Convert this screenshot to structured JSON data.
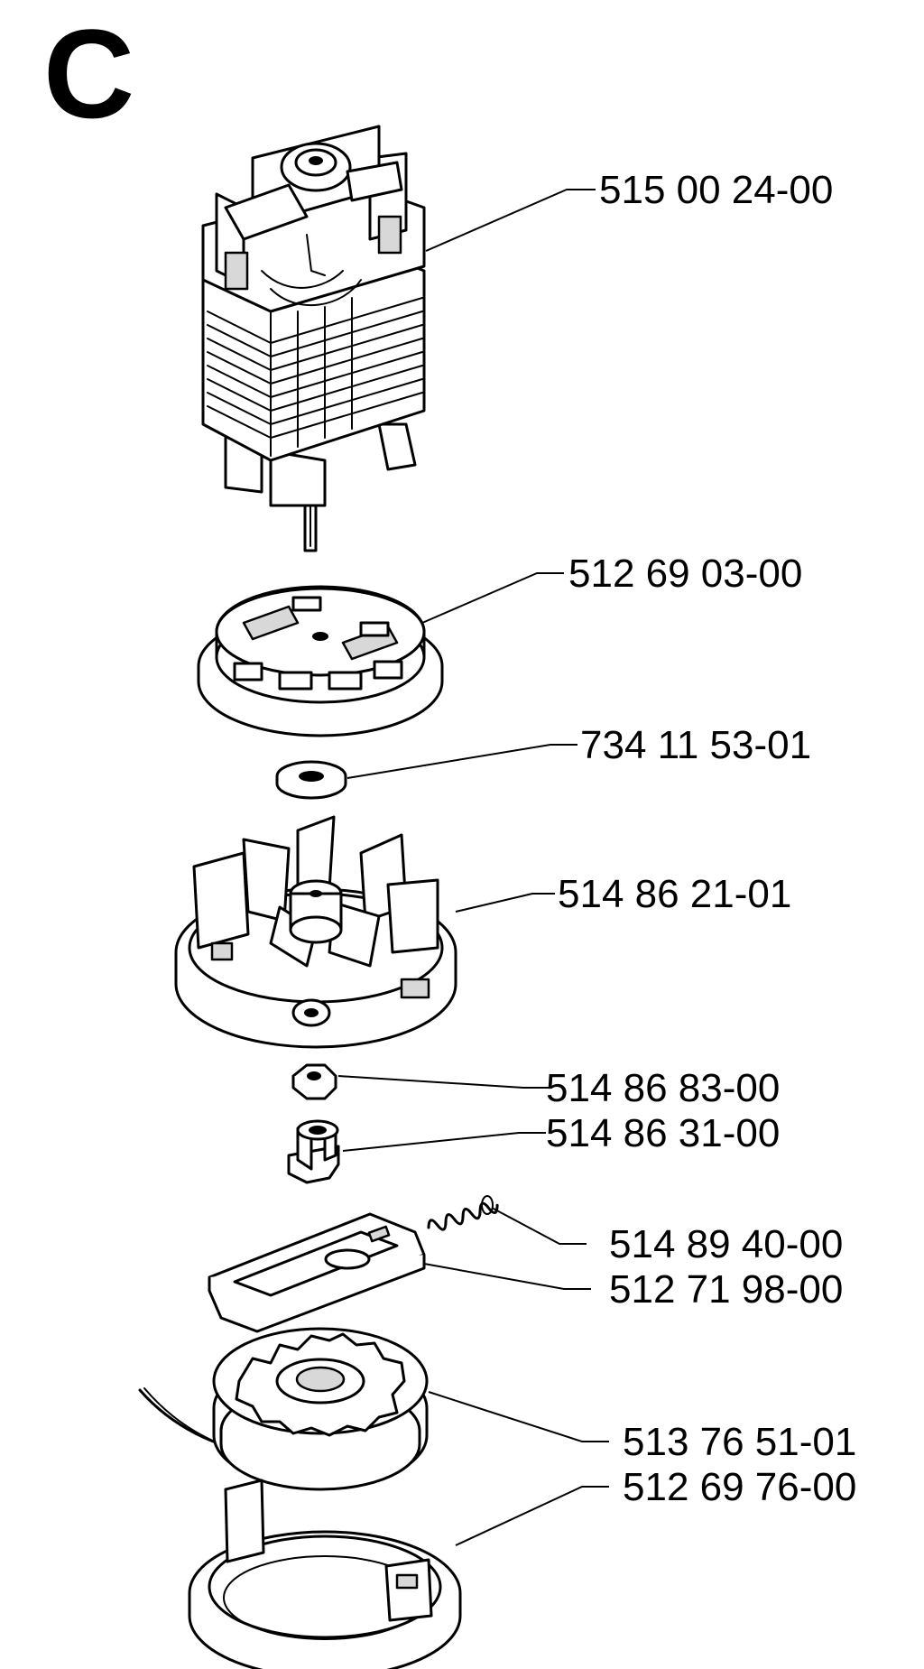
{
  "section": {
    "letter": "C"
  },
  "parts": [
    {
      "id": "motor",
      "number": "515 00 24-00",
      "icon": "electric-motor"
    },
    {
      "id": "brush-holder",
      "number": "512 69 03-00",
      "icon": "brush-holder-plate"
    },
    {
      "id": "washer",
      "number": "734 11 53-01",
      "icon": "washer"
    },
    {
      "id": "fan",
      "number": "514 86 21-01",
      "icon": "fan-housing"
    },
    {
      "id": "nut",
      "number": "514 86 83-00",
      "icon": "hex-nut"
    },
    {
      "id": "hub",
      "number": "514 86 31-00",
      "icon": "hub-adapter"
    },
    {
      "id": "spring",
      "number": "514 89 40-00",
      "icon": "compression-spring"
    },
    {
      "id": "slider",
      "number": "512 71 98-00",
      "icon": "slide-lock"
    },
    {
      "id": "spool",
      "number": "513 76 51-01",
      "icon": "trimmer-line-spool"
    },
    {
      "id": "cover",
      "number": "512 69 76-00",
      "icon": "spool-cover"
    }
  ]
}
